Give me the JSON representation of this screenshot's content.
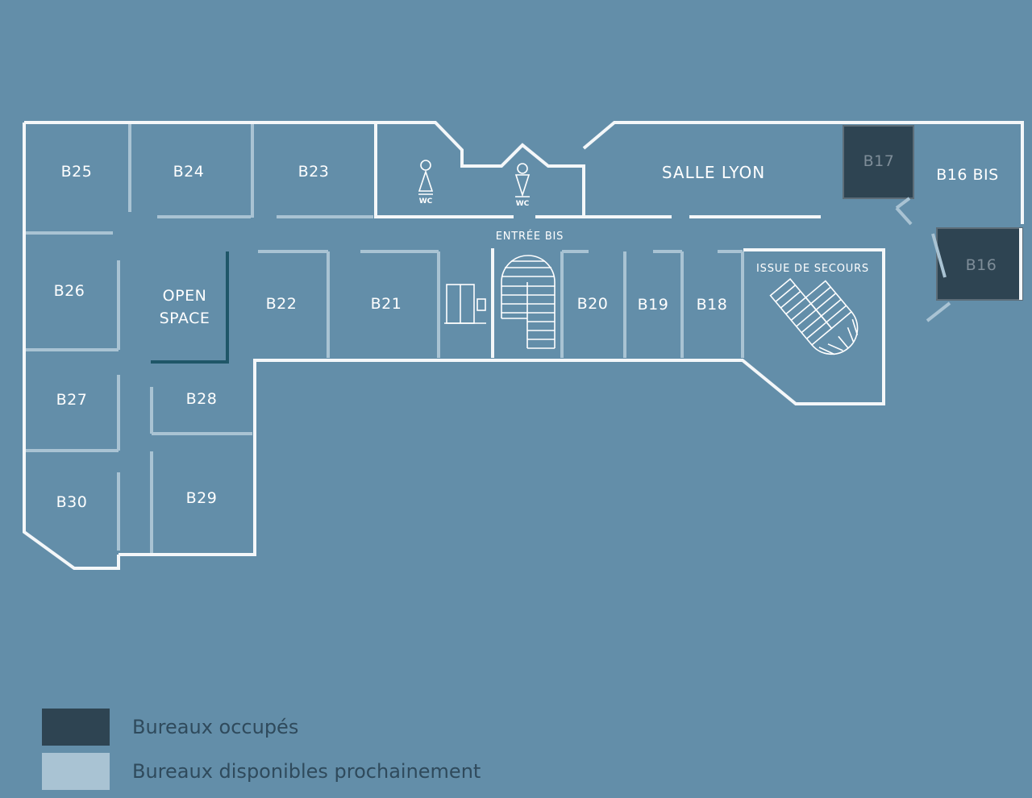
{
  "colors": {
    "background": "#638ea9",
    "wall": "#f4f7f9",
    "partition": "#a9c3d3",
    "occupied": "#2e4452",
    "available_soon": "#a9c3d3",
    "open_space_line": "#1f5668"
  },
  "rooms": {
    "b25": "B25",
    "b24": "B24",
    "b23": "B23",
    "salle_lyon": "SALLE LYON",
    "b17": "B17",
    "b16bis": "B16 BIS",
    "entree_bis": "ENTRÉE BIS",
    "b26": "B26",
    "open_space_1": "OPEN",
    "open_space_2": "SPACE",
    "b22": "B22",
    "b21": "B21",
    "b20": "B20",
    "b19": "B19",
    "b18": "B18",
    "issue_de_secours": "ISSUE DE SECOURS",
    "b16": "B16",
    "b27": "B27",
    "b28": "B28",
    "b30": "B30",
    "b29": "B29",
    "wc1": "WC",
    "wc2": "WC"
  },
  "occupancy": {
    "occupied": [
      "B17",
      "B16"
    ]
  },
  "icons": [
    "female-wc-icon",
    "male-wc-icon",
    "elevator-icon",
    "spiral-staircase-icon",
    "emergency-staircase-icon"
  ],
  "legend": {
    "occupied": "Bureaux occupés",
    "available_soon": "Bureaux disponibles prochainement"
  }
}
